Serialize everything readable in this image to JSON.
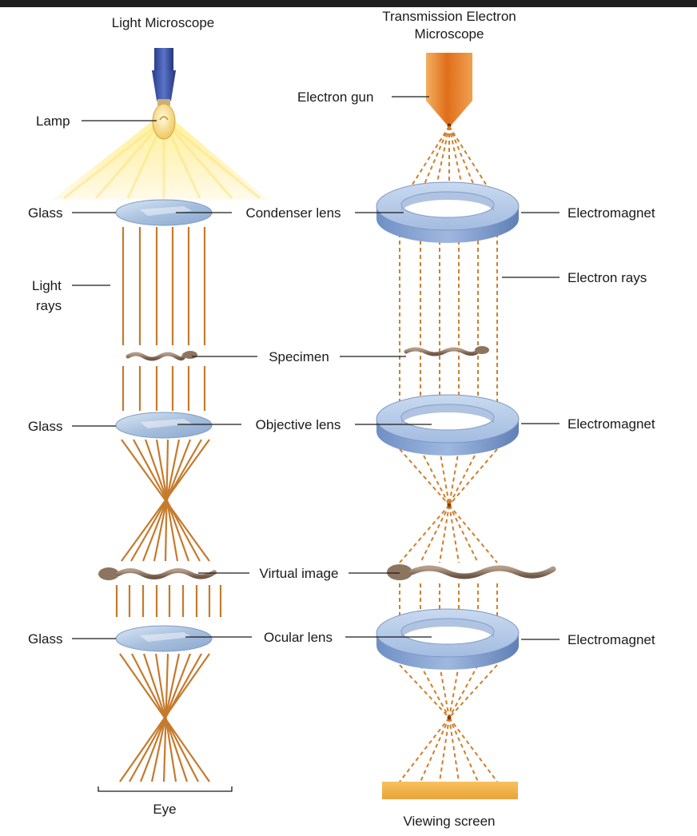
{
  "titles": {
    "light": "Light Microscope",
    "tem_line1": "Transmission Electron",
    "tem_line2": "Microscope"
  },
  "light_labels": {
    "lamp": "Lamp",
    "glass_top": "Glass",
    "light_rays_line1": "Light",
    "light_rays_line2": "rays",
    "glass_mid": "Glass",
    "glass_bottom": "Glass",
    "eye": "Eye"
  },
  "center_labels": {
    "condenser_lens": "Condenser lens",
    "specimen": "Specimen",
    "objective_lens": "Objective lens",
    "virtual_image": "Virtual image",
    "ocular_lens": "Ocular lens"
  },
  "tem_labels": {
    "electron_gun": "Electron gun",
    "electromagnet_top": "Electromagnet",
    "electron_rays": "Electron rays",
    "electromagnet_mid": "Electromagnet",
    "electromagnet_bottom": "Electromagnet",
    "viewing_screen": "Viewing screen"
  },
  "colors": {
    "light_ray": "#c57a2c",
    "electron_ray": "#cf7f2a",
    "lens_glass": "#b7cde6",
    "electromagnet": "#a9c2e2",
    "lamp_glow": "#ffe680",
    "electron_gun": "#e07a22",
    "viewing_screen": "#f0b045",
    "specimen": "#8d7461"
  }
}
